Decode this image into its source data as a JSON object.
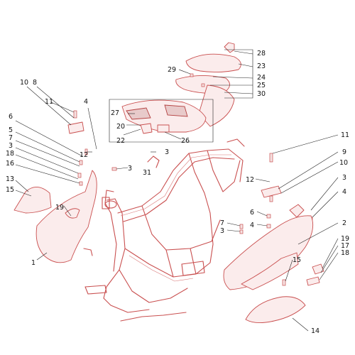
{
  "diagram": {
    "callouts": {
      "c28": "28",
      "c23": "23",
      "c29": "29",
      "c24": "24",
      "c25": "25",
      "c30": "30",
      "c27": "27",
      "c20": "20",
      "c22": "22",
      "c26": "26",
      "c10a": "10",
      "c8": "8",
      "c11a": "11",
      "c4a": "4",
      "c6a": "6",
      "c5": "5",
      "c7a": "7",
      "c3a": "3",
      "c18a": "18",
      "c16": "16",
      "c12a": "12",
      "c3b": "3",
      "c3c": "3",
      "c31": "31",
      "c13": "13",
      "c15a": "15",
      "c19a": "19",
      "c1": "1",
      "c11b": "11",
      "c9": "9",
      "c10b": "10",
      "c3d": "3",
      "c4b": "4",
      "c12b": "12",
      "c6b": "6",
      "c4c": "4",
      "c7b": "7",
      "c3e": "3",
      "c2": "2",
      "c19b": "19",
      "c17": "17",
      "c18b": "18",
      "c15b": "15",
      "c14": "14"
    }
  }
}
